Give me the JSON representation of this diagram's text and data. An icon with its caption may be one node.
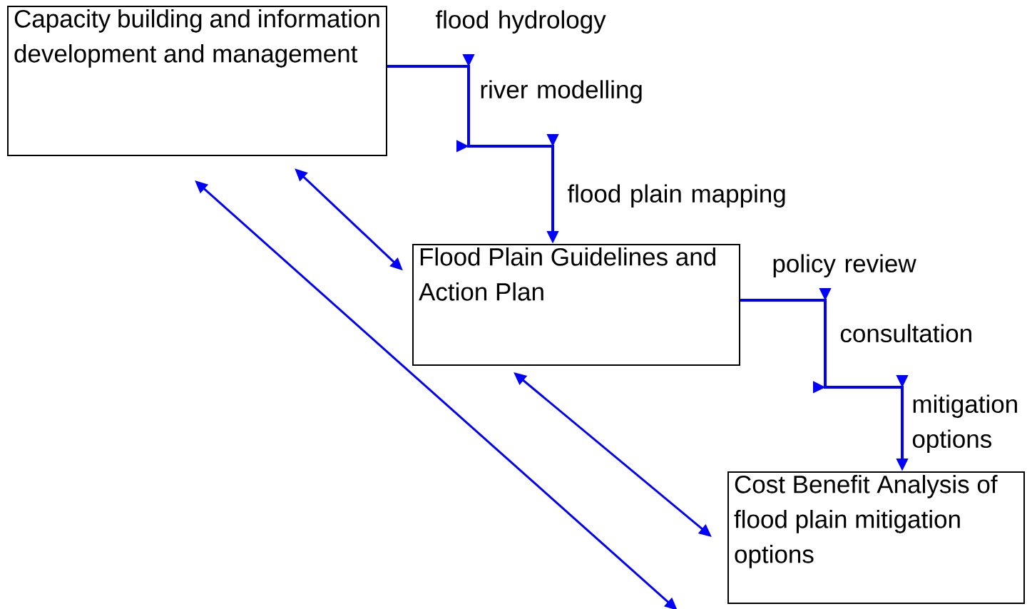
{
  "diagram": {
    "nodes": [
      {
        "text": [
          "Capacity building and information development and management"
        ]
      },
      {
        "text": [
          "Flood Plain Guidelines and Action Plan"
        ]
      },
      {
        "text": [
          "Cost Benefit Analysis of flood plain mitigation options"
        ]
      }
    ],
    "edges": [
      {
        "from": 0,
        "to": 1,
        "arrow": "to",
        "color": "#0000ff"
      },
      {
        "from": 1,
        "to": 2,
        "arrow": "to",
        "color": "#0000ff"
      },
      {
        "from": 0,
        "to": 1,
        "arrow": "both",
        "color": "#0000ff"
      },
      {
        "from": 1,
        "to": 2,
        "arrow": "both",
        "color": "#0000ff"
      },
      {
        "from": 0,
        "to": 2,
        "arrow": "both",
        "color": "#0000ff"
      }
    ],
    "labels": [
      "flood hydrology",
      "river modelling",
      "flood plain mapping",
      "policy review",
      "consultation",
      "mitigation options"
    ]
  }
}
